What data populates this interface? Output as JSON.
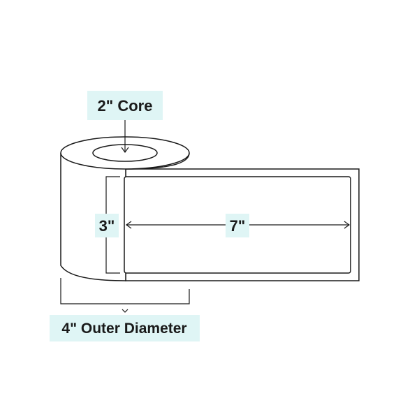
{
  "labels": {
    "core": "2\" Core",
    "height": "3\"",
    "width": "7\"",
    "outer_diameter": "4\" Outer Diameter"
  },
  "colors": {
    "label_background": "#dff5f5",
    "stroke": "#1a1a1a",
    "background": "#ffffff"
  }
}
